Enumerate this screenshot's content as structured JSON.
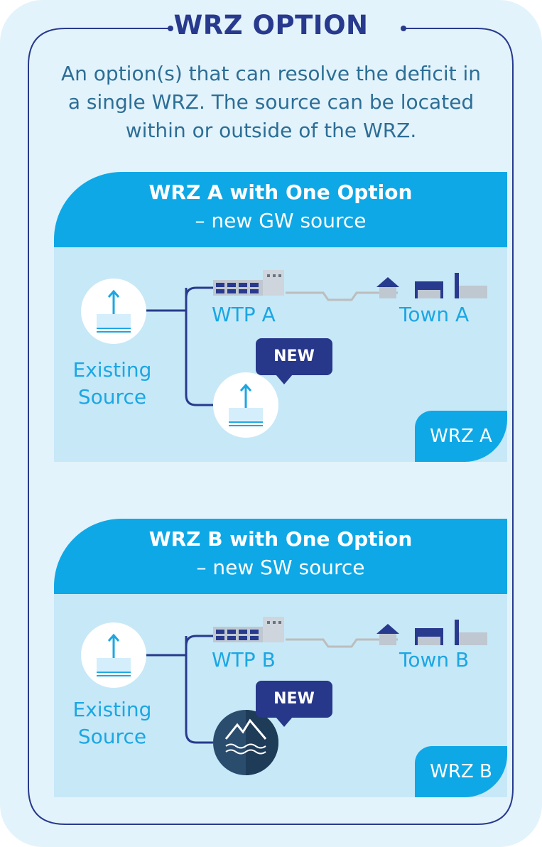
{
  "title": "WRZ OPTION",
  "subtitle_lines": [
    "An option(s) that can resolve the deficit in",
    "a single WRZ. The source can be located",
    "within or outside of the WRZ."
  ],
  "panels": [
    {
      "header_line1": "WRZ A with One Option",
      "header_line2": "– new GW source",
      "existing_label_line1": "Existing",
      "existing_label_line2": "Source",
      "wtp_label": "WTP A",
      "town_label": "Town A",
      "badge": "NEW",
      "zone": "WRZ A",
      "new_source_icon": "groundwater-borehole-icon"
    },
    {
      "header_line1": "WRZ B with One Option",
      "header_line2": "– new SW source",
      "existing_label_line1": "Existing",
      "existing_label_line2": "Source",
      "wtp_label": "WTP B",
      "town_label": "Town B",
      "badge": "NEW",
      "zone": "WRZ B",
      "new_source_icon": "surface-water-mountain-icon"
    }
  ],
  "colors": {
    "accent": "#0fa8e6",
    "navy": "#283a8d",
    "background": "#e3f3fb",
    "panel_body": "#c7e8f7"
  }
}
